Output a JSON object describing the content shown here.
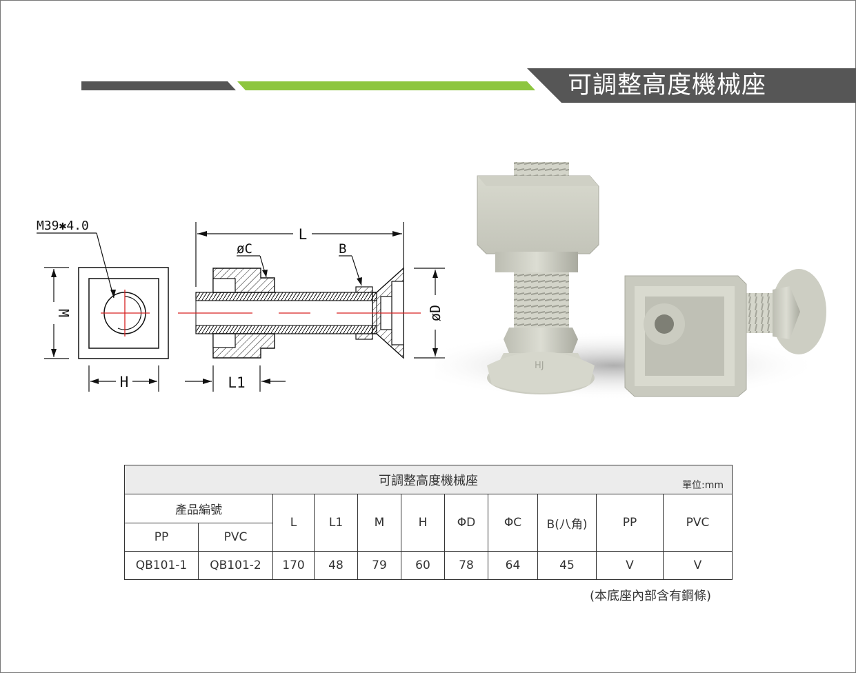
{
  "title": "可調整高度機械座",
  "colors": {
    "dark_bar": "#555555",
    "green_bar": "#8dc63f",
    "banner": "#565656"
  },
  "drawing_labels": {
    "thread": "M39✱4.0",
    "L": "L",
    "phi_c": "øC",
    "B": "B",
    "phi_d": "øD",
    "M": "M",
    "H": "H",
    "L1": "L1"
  },
  "logo_mark": "HJ",
  "table": {
    "caption": "可調整高度機械座",
    "unit": "單位:mm",
    "group_header": "產品編號",
    "sub_headers": [
      "PP",
      "PVC"
    ],
    "columns": [
      "L",
      "L1",
      "M",
      "H",
      "ΦD",
      "ΦC",
      "B(八角)",
      "PP",
      "PVC"
    ],
    "rows": [
      {
        "pp_code": "QB101-1",
        "pvc_code": "QB101-2",
        "values": [
          "170",
          "48",
          "79",
          "60",
          "78",
          "64",
          "45",
          "V",
          "V"
        ]
      }
    ]
  },
  "note": "(本底座內部含有鋼條)"
}
